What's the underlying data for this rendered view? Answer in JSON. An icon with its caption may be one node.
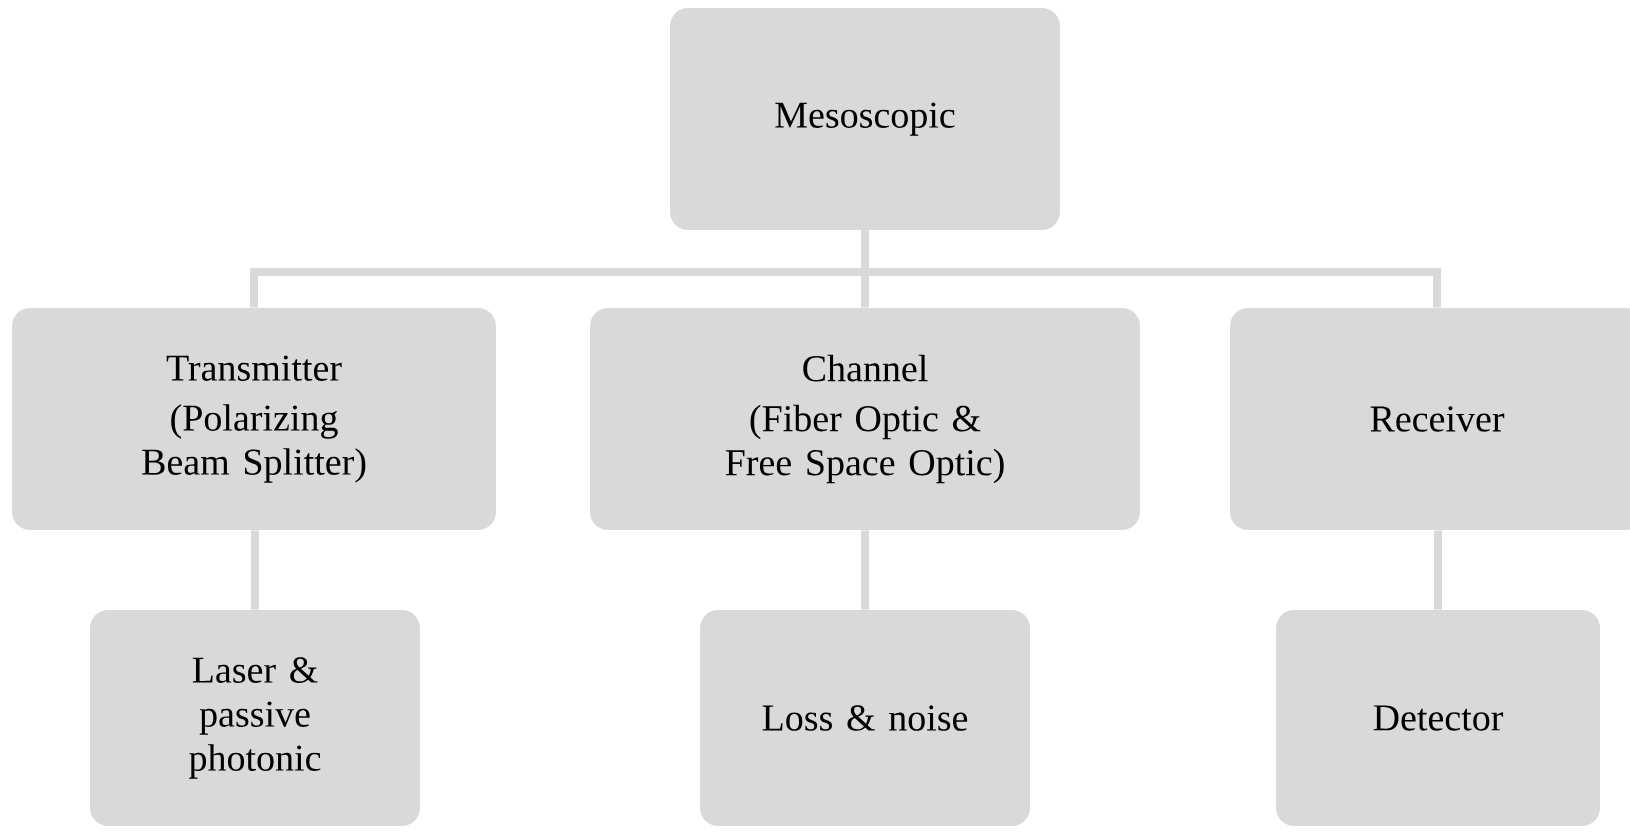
{
  "diagram": {
    "nodes": [
      {
        "text": [
          "Mesoscopic"
        ]
      },
      {
        "text": [
          "Transmitter",
          "(Polarizing Beam Splitter)"
        ]
      },
      {
        "text": [
          "Channel",
          "(Fiber Optic & Free Space Optic)"
        ]
      },
      {
        "text": [
          "Receiver"
        ]
      },
      {
        "text": [
          "Laser & passive photonic"
        ]
      },
      {
        "text": [
          "Loss & noise"
        ]
      },
      {
        "text": [
          "Detector"
        ]
      }
    ],
    "edges": [
      {
        "from": 0,
        "to": 1,
        "arrow": "none"
      },
      {
        "from": 0,
        "to": 2,
        "arrow": "none"
      },
      {
        "from": 0,
        "to": 3,
        "arrow": "none"
      },
      {
        "from": 1,
        "to": 4,
        "arrow": "none"
      },
      {
        "from": 2,
        "to": 5,
        "arrow": "none"
      },
      {
        "from": 3,
        "to": 6,
        "arrow": "none"
      }
    ]
  }
}
